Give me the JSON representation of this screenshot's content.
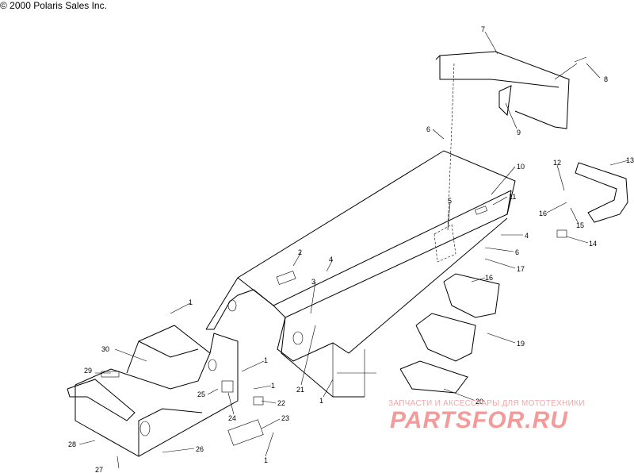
{
  "header": {
    "copyright": "© 2000 Polaris Sales Inc."
  },
  "callouts": [
    {
      "id": "c1a",
      "label": "1"
    },
    {
      "id": "c1b",
      "label": "1"
    },
    {
      "id": "c1c",
      "label": "1"
    },
    {
      "id": "c1d",
      "label": "1"
    },
    {
      "id": "c1e",
      "label": "1"
    },
    {
      "id": "c2",
      "label": "2"
    },
    {
      "id": "c3",
      "label": "3"
    },
    {
      "id": "c4a",
      "label": "4"
    },
    {
      "id": "c4b",
      "label": "4"
    },
    {
      "id": "c5",
      "label": "5"
    },
    {
      "id": "c6a",
      "label": "6"
    },
    {
      "id": "c6b",
      "label": "6"
    },
    {
      "id": "c7",
      "label": "7"
    },
    {
      "id": "c8",
      "label": "8"
    },
    {
      "id": "c9",
      "label": "9"
    },
    {
      "id": "c10",
      "label": "10"
    },
    {
      "id": "c11",
      "label": "11"
    },
    {
      "id": "c12",
      "label": "12"
    },
    {
      "id": "c13",
      "label": "13"
    },
    {
      "id": "c14",
      "label": "14"
    },
    {
      "id": "c15",
      "label": "15"
    },
    {
      "id": "c16a",
      "label": "16"
    },
    {
      "id": "c16b",
      "label": "16"
    },
    {
      "id": "c17",
      "label": "17"
    },
    {
      "id": "c19",
      "label": "19"
    },
    {
      "id": "c20",
      "label": "20"
    },
    {
      "id": "c21",
      "label": "21"
    },
    {
      "id": "c22",
      "label": "22"
    },
    {
      "id": "c23",
      "label": "23"
    },
    {
      "id": "c24",
      "label": "24"
    },
    {
      "id": "c25",
      "label": "25"
    },
    {
      "id": "c26",
      "label": "26"
    },
    {
      "id": "c27",
      "label": "27"
    },
    {
      "id": "c28",
      "label": "28"
    },
    {
      "id": "c29",
      "label": "29"
    },
    {
      "id": "c30",
      "label": "30"
    }
  ],
  "watermark": {
    "text": "ЗАПЧАСТИ И АКСЕССУАРЫ ДЛЯ МОТОТЕХНИКИ",
    "logo": "PARTSFOR.RU"
  }
}
